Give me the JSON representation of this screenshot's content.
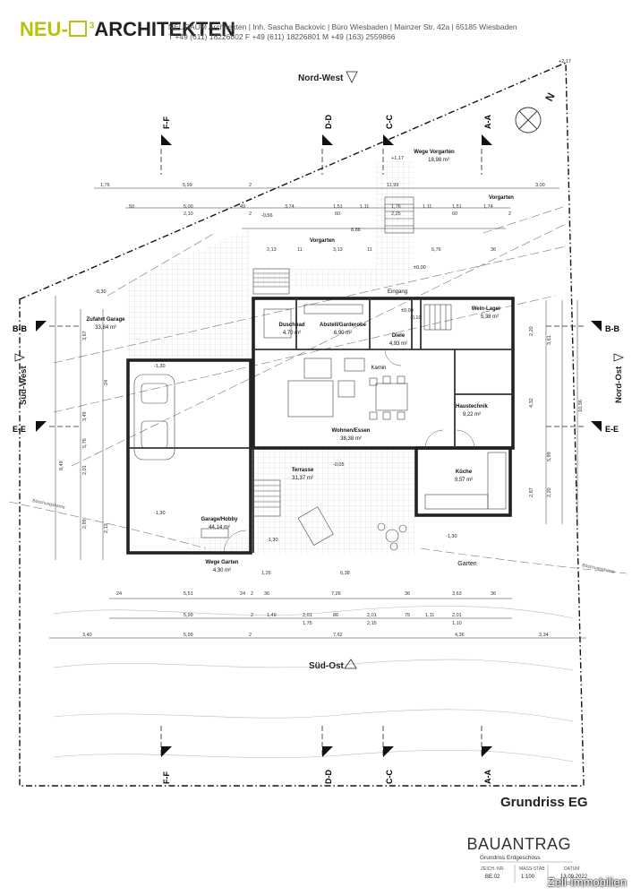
{
  "header": {
    "logo": {
      "part1": "NEU-",
      "sup": "3",
      "part2": "ARCHITEKTEN"
    },
    "line1": "NEURAUM Architekten  |  Inh. Sascha Backovic  |  Büro Wiesbaden  |  Mainzer Str. 42a  |  65185 Wiesbaden",
    "line2": "T +49 (611) 18226802  F +49 (611) 18226801  M +49 (163) 2559866"
  },
  "orientation": {
    "north_west": "Nord-West",
    "south_east": "Süd-Ost",
    "south_west": "Süd-West",
    "north_east": "Nord-Ost",
    "north_letter": "N"
  },
  "sections": {
    "vertical": [
      "F-F",
      "D-D",
      "C-C",
      "A-A"
    ],
    "horizontal": [
      "B-B",
      "E-E"
    ]
  },
  "rooms": [
    {
      "name": "Wege Vorgarten",
      "area": "18,98 m²"
    },
    {
      "name": "Vorgarten",
      "area": ""
    },
    {
      "name": "Vorgarten",
      "area": ""
    },
    {
      "name": "Zufahrt Garage",
      "area": "33,84 m²"
    },
    {
      "name": "Duschbad",
      "area": "4,70 m²"
    },
    {
      "name": "Abstell/Garderobe",
      "area": "6,90 m²"
    },
    {
      "name": "Diele",
      "area": "4,93 m²"
    },
    {
      "name": "Wein-Lager",
      "area": "5,38 m²"
    },
    {
      "name": "Kamin",
      "area": ""
    },
    {
      "name": "Wohnen/Essen",
      "area": "38,38 m²"
    },
    {
      "name": "Haustechnik",
      "area": "9,22 m²"
    },
    {
      "name": "Küche",
      "area": "9,57 m²"
    },
    {
      "name": "Terrasse",
      "area": "31,37 m²"
    },
    {
      "name": "Garage/Hobby",
      "area": "44,14 m²"
    },
    {
      "name": "Wege Garten",
      "area": "4,30 m²"
    },
    {
      "name": "Garten",
      "area": ""
    },
    {
      "name": "Eingang",
      "area": ""
    }
  ],
  "levels": {
    "top_corner": "+2,17",
    "wege": "+1,17",
    "entry": "±0,00",
    "diele": "±0,00",
    "diele2": "-0,10",
    "terrace": "-0,05",
    "garage": "-1,30",
    "garage2": "-1,30",
    "garden": "-1,30",
    "wege_garten": "-1,30",
    "left_top": "-0,30",
    "vorgarten_step": "-0,56"
  },
  "slope_labels": {
    "left": "Böschungskante",
    "right": "Böschungskante"
  },
  "dims": {
    "top_row1": [
      "1,76",
      "5,99",
      "2",
      "11,99",
      "3,00"
    ],
    "top_row2": [
      "50",
      "5,00",
      "49",
      "3,74",
      "1,51",
      "1,11",
      "1,76",
      "1,11",
      "1,51",
      "1,74"
    ],
    "top_row2b": [
      "2,10",
      "2",
      "60",
      "2,25",
      "60",
      "2"
    ],
    "top_row3": [
      "8,88",
      "2,13",
      "11",
      "3,13",
      "11",
      "5,76",
      "36"
    ],
    "bot_row1": [
      "24",
      "5,51",
      "24",
      "2",
      "36",
      "7,26",
      "36",
      "3,63",
      "36"
    ],
    "bot_row2": [
      "5,99",
      "2",
      "1,49",
      "2,01",
      "86",
      "2,01",
      "75",
      "1,11",
      "2,01"
    ],
    "bot_row2b": [
      "1,75",
      "2,15",
      "1,10"
    ],
    "bot_row3": [
      "3,40",
      "5,99",
      "2",
      "7,62",
      "4,36",
      "3,34"
    ],
    "mid": [
      "1,26",
      "6,38"
    ],
    "left_vert": [
      "8,49",
      "3,67",
      "3,49",
      "5,76",
      "2,01",
      "2,99",
      "2,13",
      "24"
    ],
    "right_vert": [
      "3,61",
      "2,20",
      "10,36",
      "4,32",
      "5,99",
      "2,87",
      "2,20"
    ]
  },
  "drawing": {
    "title": "Grundriss EG"
  },
  "title_block": {
    "title": "BAUANTRAG",
    "subtitle": "Grundriss Erdgeschoss",
    "labels": [
      "ZEICH.-NR.",
      "MASS-STAB",
      "DATUM"
    ],
    "values": [
      "BE.02",
      "1:100",
      "13.09.2022"
    ]
  },
  "watermark": "Zell-Immobilien"
}
